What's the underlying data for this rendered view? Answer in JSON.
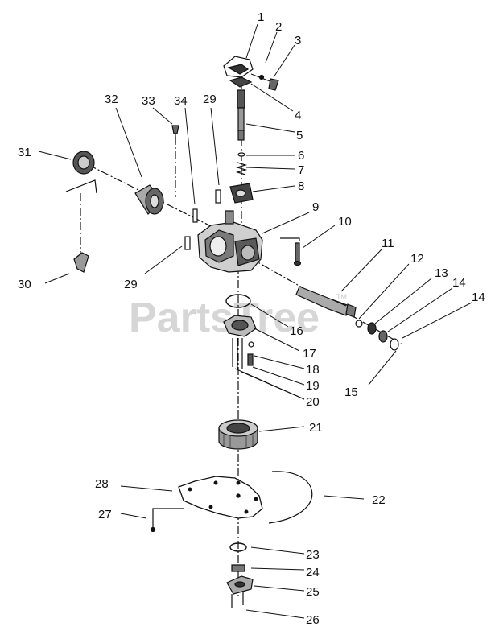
{
  "watermark": {
    "text": "PartsTree",
    "trademark": "TM"
  },
  "callouts": [
    "1",
    "2",
    "3",
    "4",
    "5",
    "6",
    "7",
    "8",
    "9",
    "10",
    "11",
    "12",
    "13",
    "14",
    "14",
    "15",
    "16",
    "17",
    "18",
    "19",
    "20",
    "21",
    "22",
    "23",
    "24",
    "25",
    "26",
    "27",
    "28",
    "29",
    "29",
    "30",
    "31",
    "32",
    "33",
    "34"
  ]
}
